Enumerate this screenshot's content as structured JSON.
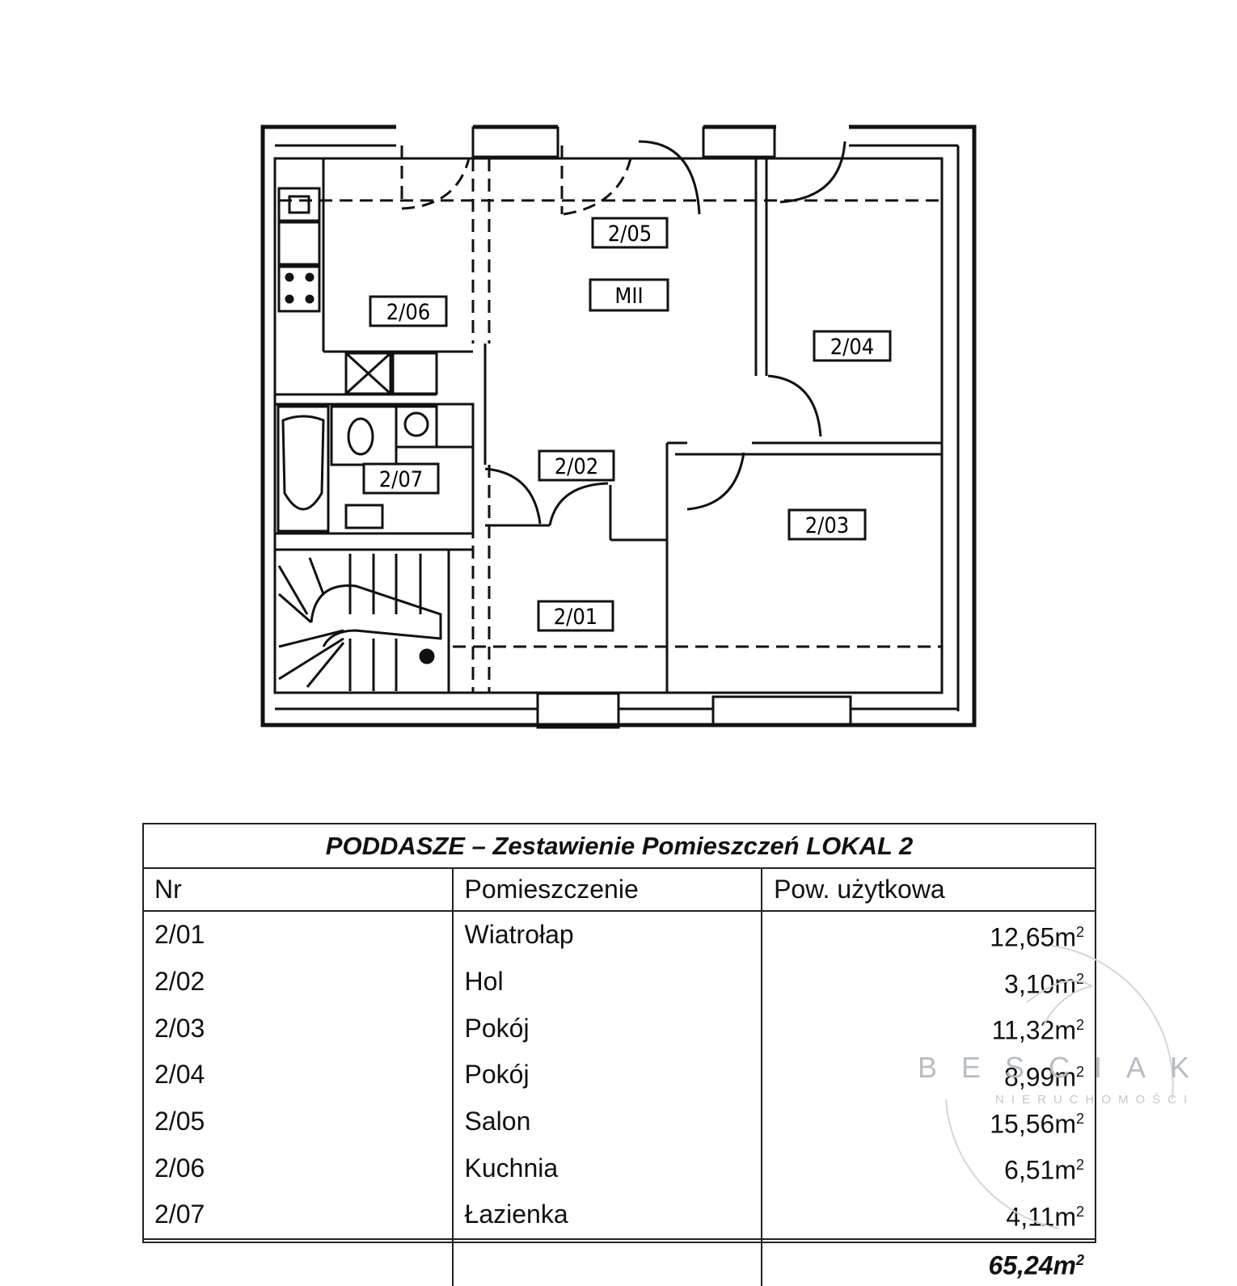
{
  "plan": {
    "rooms": [
      {
        "id": "2/01"
      },
      {
        "id": "2/02"
      },
      {
        "id": "2/03"
      },
      {
        "id": "2/04"
      },
      {
        "id": "2/05"
      },
      {
        "id": "2/06"
      },
      {
        "id": "2/07"
      }
    ],
    "unit_label": "MII"
  },
  "table": {
    "title": "PODDASZE – Zestawienie Pomieszczeń LOKAL 2",
    "headers": {
      "nr": "Nr",
      "room": "Pomieszczenie",
      "area": "Pow. użytkowa"
    },
    "rows": [
      {
        "nr": "2/01",
        "name": "Wiatrołap",
        "area": "12,65m"
      },
      {
        "nr": "2/02",
        "name": "Hol",
        "area": "3,10m"
      },
      {
        "nr": "2/03",
        "name": "Pokój",
        "area": "11,32m"
      },
      {
        "nr": "2/04",
        "name": "Pokój",
        "area": "8,99m"
      },
      {
        "nr": "2/05",
        "name": "Salon",
        "area": "15,56m"
      },
      {
        "nr": "2/06",
        "name": "Kuchnia",
        "area": "6,51m"
      },
      {
        "nr": "2/07",
        "name": "Łazienka",
        "area": "4,11m"
      }
    ],
    "unit_sup": "2",
    "total": "65,24m"
  },
  "watermark": {
    "name": "BESCIAK",
    "sub": "NIERUCHOMOŚCI"
  }
}
